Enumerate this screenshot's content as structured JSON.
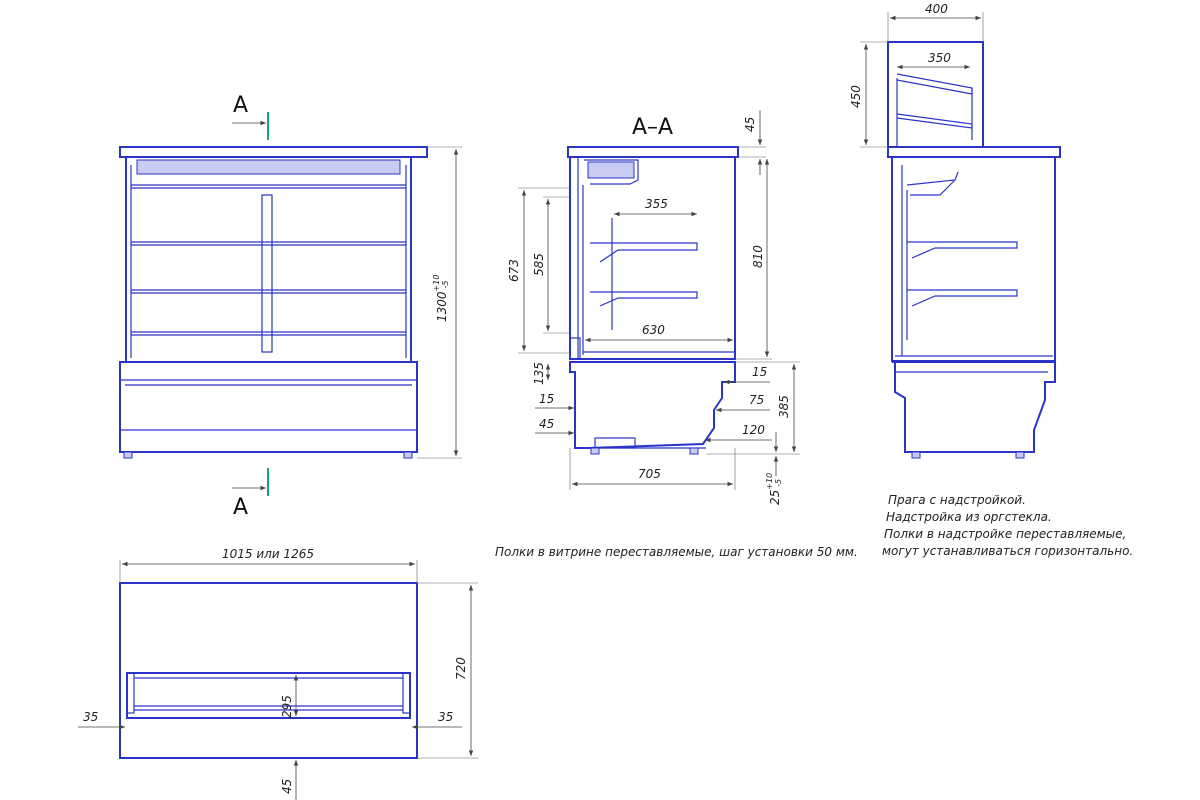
{
  "section_markers": {
    "top": "A",
    "bottom": "A",
    "section_title": "A–A"
  },
  "front": {
    "height_value": "1300",
    "height_tol_upper": "+10",
    "height_tol_lower": "-5"
  },
  "section": {
    "d_45": "45",
    "d_355": "355",
    "d_673": "673",
    "d_585": "585",
    "d_810": "810",
    "d_630": "630",
    "d_135": "135",
    "d_15a": "15",
    "d_15b": "15",
    "d_75": "75",
    "d_385": "385",
    "d_45b": "45",
    "d_120": "120",
    "d_705": "705",
    "d_25": "25",
    "d_25_tol_upper": "+10",
    "d_25_tol_lower": "-5"
  },
  "side": {
    "d_400": "400",
    "d_350": "350",
    "d_450": "450"
  },
  "plan": {
    "d_width": "1015 или 1265",
    "d_720": "720",
    "d_295": "295",
    "d_35l": "35",
    "d_35r": "35",
    "d_45": "45"
  },
  "notes": {
    "shelves": "Полки в витрине переставляемые, шаг установки 50 мм.",
    "right_1": "Прага с надстройкой.",
    "right_2": "Надстройка из оргстекла.",
    "right_3": "Полки в надстройке переставляемые,",
    "right_4": "могут устанавливаться горизонтально."
  }
}
